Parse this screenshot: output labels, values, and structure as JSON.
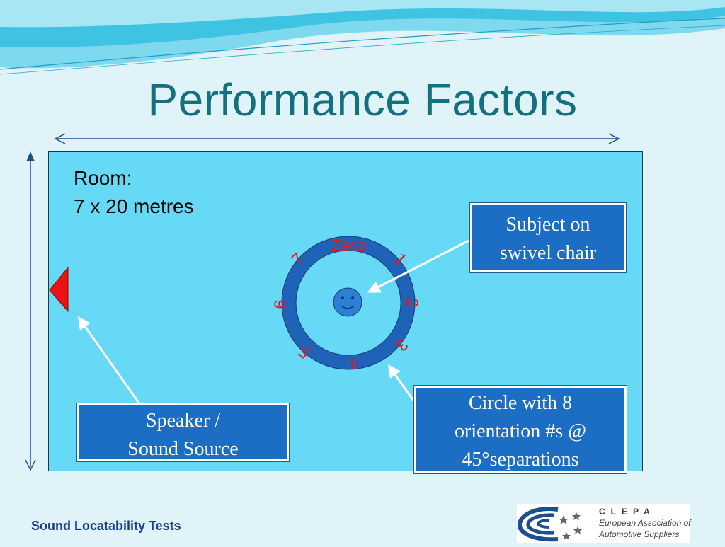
{
  "slide": {
    "title": "Performance Factors",
    "footer": "Sound Locatability Tests"
  },
  "room": {
    "label_line1": "Room:",
    "label_line2": "7 x 20 metres"
  },
  "callouts": {
    "subject": {
      "line1": "Subject on",
      "line2": "swivel chair"
    },
    "speaker": {
      "line1": "Speaker /",
      "line2": "Sound Source"
    },
    "circle": {
      "line1": "Circle with 8",
      "line2": "orientation #s @",
      "line3": "45°separations"
    }
  },
  "orientation_labels": [
    "Zero",
    "1",
    "2",
    "3",
    "4",
    "5",
    "6",
    "7"
  ],
  "logo": {
    "name": "CLEPA",
    "line1": "European Association of",
    "line2": "Automotive Suppliers"
  },
  "colors": {
    "background": "#dff3f8",
    "room_fill": "#66d9f7",
    "box_fill": "#1c6ec4",
    "title": "#14707f",
    "label_red": "#e8141e",
    "speaker_red": "#ee1111",
    "ring": "#1f63b8"
  },
  "icons": {
    "subject": "smiley-face-icon",
    "speaker": "triangle-speaker-icon"
  }
}
